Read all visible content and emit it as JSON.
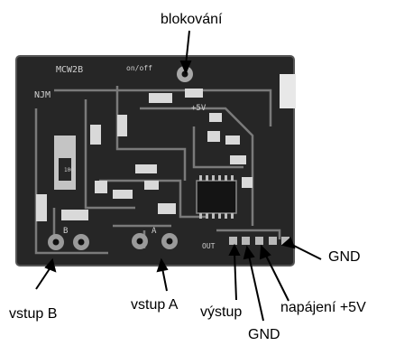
{
  "labels": {
    "blocking": "blokování",
    "input_b": "vstup B",
    "input_a": "vstup A",
    "output": "výstup",
    "gnd_bottom": "GND",
    "supply": "napájení +5V",
    "gnd_right": "GND"
  },
  "board_markings": {
    "model": "MCW2B",
    "onoff": "on/off",
    "logo": "NJM",
    "plus5v": "+5V",
    "pad_b": "B",
    "pad_a": "A",
    "out": "OUT",
    "small": "100"
  },
  "colors": {
    "board": "#262626",
    "board_dark": "#111111",
    "trace": "#7a7a7a",
    "pad": "#9a9a9a",
    "component": "#d9d9d9"
  }
}
